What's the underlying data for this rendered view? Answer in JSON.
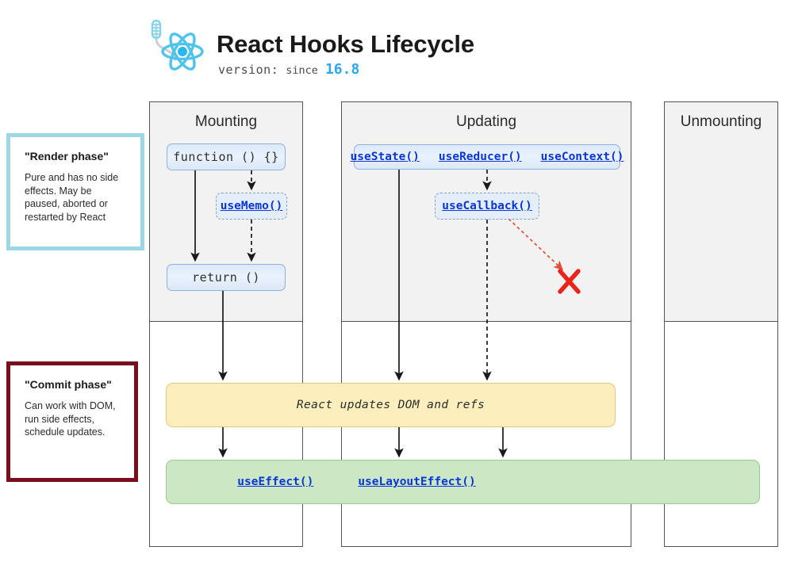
{
  "header": {
    "logo_icon": "react-hook-logo",
    "title": "React Hooks Lifecycle",
    "version_label": "version:",
    "version_since": "since",
    "version_number": "16.8"
  },
  "phases": [
    {
      "id": "render",
      "title": "\"Render phase\"",
      "description": "Pure and has no side effects. May be paused, aborted or restarted by React",
      "border_color": "#9bd7e4"
    },
    {
      "id": "commit",
      "title": "\"Commit phase\"",
      "description": "Can work with DOM, run side effects, schedule updates.",
      "border_color": "#7a0e1e"
    }
  ],
  "columns": [
    {
      "id": "mounting",
      "title": "Mounting"
    },
    {
      "id": "updating",
      "title": "Updating"
    },
    {
      "id": "unmounting",
      "title": "Unmounting"
    }
  ],
  "nodes": {
    "function": "function () {}",
    "useMemo": "useMemo",
    "useMemo_paren": "()",
    "return": "return ()",
    "useState": "useState()",
    "useReducer": "useReducer()",
    "useContext": "useContext()",
    "useCallback": "useCallback",
    "useCallback_paren": "()"
  },
  "bars": {
    "dom_update": "React updates DOM and refs",
    "useEffect": "useEffect()",
    "useLayoutEffect": "useLayoutEffect()"
  },
  "annotations": {
    "blocked_marker": "X",
    "blocked_marker_color": "#e8241b"
  },
  "colors": {
    "react_blue": "#2fa8e8",
    "node_blue_fill": "#e4eefb",
    "node_blue_border": "#8fb2dd",
    "link_blue": "#0a36d8",
    "bar_yellow": "#fdeebe",
    "bar_green": "#cbe7c3",
    "column_border": "#545454",
    "column_head_fill": "#f2f2f2"
  }
}
